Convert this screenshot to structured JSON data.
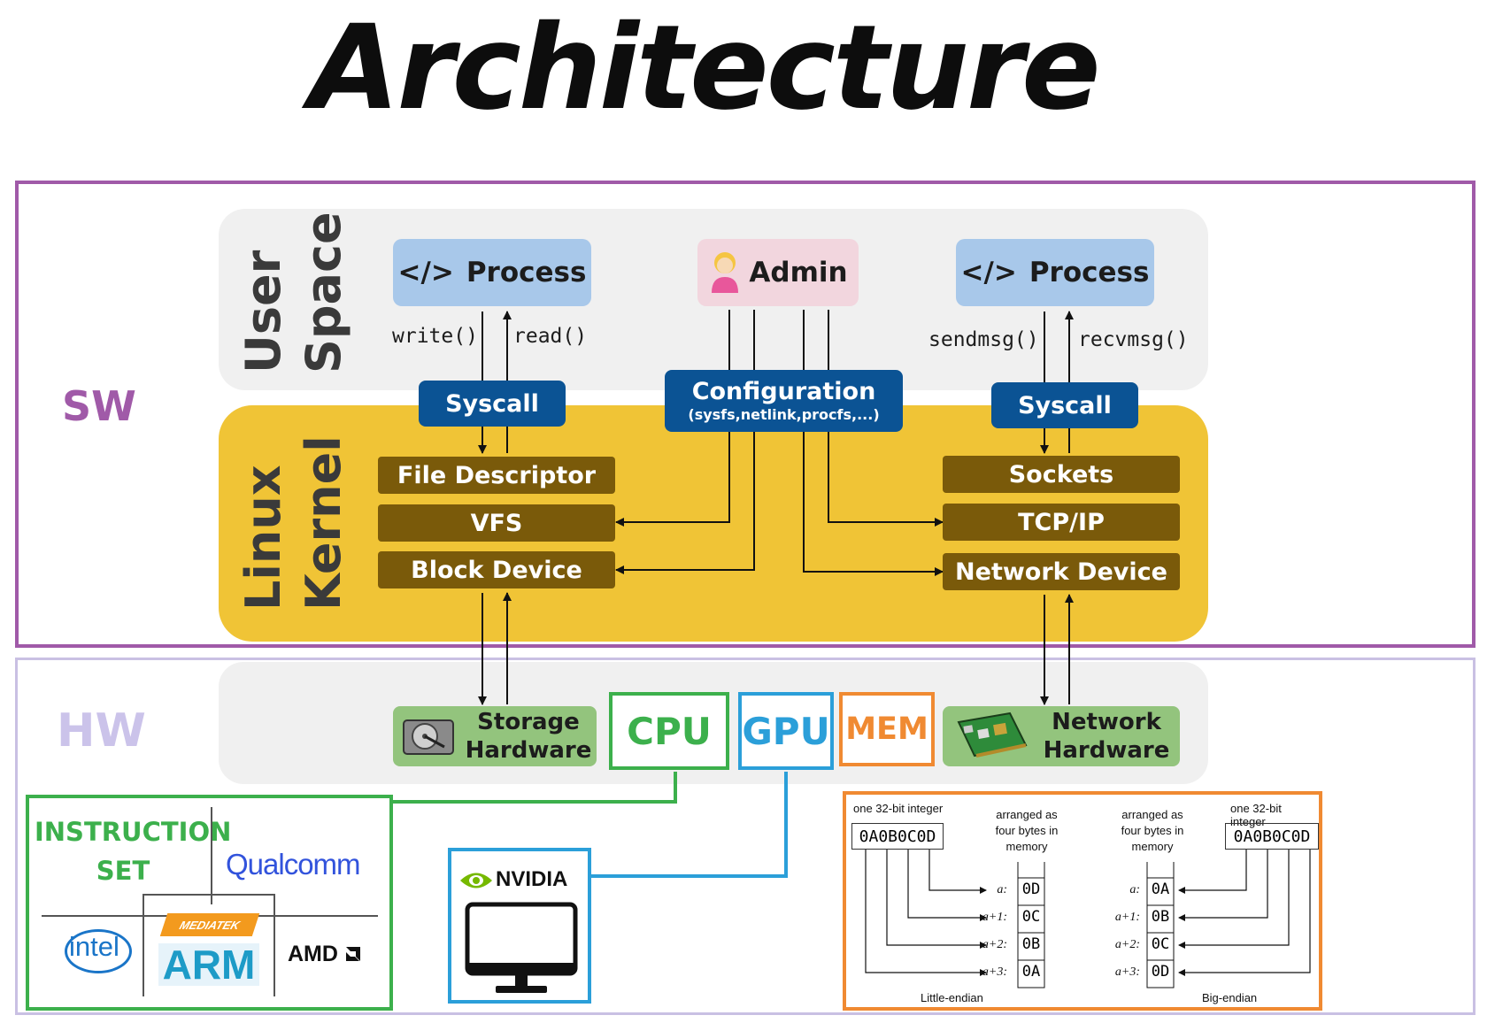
{
  "title": "Architecture",
  "layers": {
    "sw": "SW",
    "hw": "HW"
  },
  "user_space": {
    "label_line1": "User",
    "label_line2": "Space"
  },
  "kernel": {
    "label_line1": "Linux",
    "label_line2": "Kernel"
  },
  "process_left": {
    "icon": "</>",
    "label": "Process"
  },
  "process_right": {
    "icon": "</>",
    "label": "Process"
  },
  "admin": {
    "label": "Admin"
  },
  "calls": {
    "write": "write()",
    "read": "read()",
    "sendmsg": "sendmsg()",
    "recvmsg": "recvmsg()"
  },
  "syscall_left": "Syscall",
  "syscall_right": "Syscall",
  "configuration": {
    "title": "Configuration",
    "subtitle": "(sysfs,netlink,procfs,...)"
  },
  "kernel_left": [
    "File Descriptor",
    "VFS",
    "Block Device"
  ],
  "kernel_right": [
    "Sockets",
    "TCP/IP",
    "Network Device"
  ],
  "hardware": {
    "storage_line1": "Storage",
    "storage_line2": "Hardware",
    "cpu": "CPU",
    "gpu": "GPU",
    "mem": "MEM",
    "network_line1": "Network",
    "network_line2": "Hardware"
  },
  "instruction_set": {
    "label_line1": "INSTRUCTION",
    "label_line2": "SET",
    "qualcomm": "Qualcomm",
    "mediatek": "MEDIATEK",
    "intel": "intel",
    "arm": "ARM",
    "amd": "AMD"
  },
  "nvidia": "NVIDIA",
  "endian": {
    "left_top": "one 32-bit integer",
    "left_value": "0A0B0C0D",
    "arranged": "arranged as four bytes in memory",
    "arranged_l1": "arranged as",
    "arranged_l2": "four bytes in",
    "arranged_l3": "memory",
    "little_rows": [
      {
        "addr": "a:",
        "byte": "0D"
      },
      {
        "addr": "a+1:",
        "byte": "0C"
      },
      {
        "addr": "a+2:",
        "byte": "0B"
      },
      {
        "addr": "a+3:",
        "byte": "0A"
      }
    ],
    "big_rows": [
      {
        "addr": "a:",
        "byte": "0A"
      },
      {
        "addr": "a+1:",
        "byte": "0B"
      },
      {
        "addr": "a+2:",
        "byte": "0C"
      },
      {
        "addr": "a+3:",
        "byte": "0D"
      }
    ],
    "right_top": "one 32-bit integer",
    "right_value": "0A0B0C0D",
    "little_label": "Little-endian",
    "big_label": "Big-endian"
  },
  "colors": {
    "sw_frame": "#a05aa8",
    "hw_frame": "#c9c0e3",
    "kernel": "#f0c436",
    "kernel_box": "#7a5a0a",
    "syscall": "#0b5394",
    "process": "#a8c8ea",
    "admin": "#f2d6de",
    "cpu": "#3cb04c",
    "gpu": "#2b9fd9",
    "mem": "#f08a32",
    "hw_green": "#93c47d"
  }
}
